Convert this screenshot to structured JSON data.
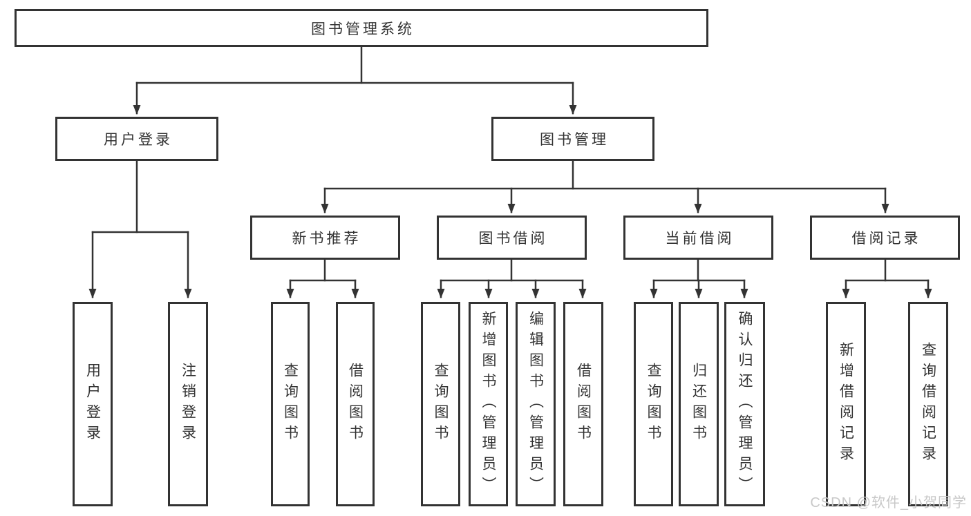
{
  "title": "图书管理系统",
  "level2": {
    "user_login": "用户登录",
    "book_mgmt": "图书管理"
  },
  "level3": {
    "new_rec": "新书推荐",
    "borrow": "图书借阅",
    "current": "当前借阅",
    "records": "借阅记录"
  },
  "leaves": {
    "user_login": [
      "用户登录",
      "注销登录"
    ],
    "new_rec": [
      "查询图书",
      "借阅图书"
    ],
    "borrow": [
      "查询图书",
      "新增图书（管理员）",
      "编辑图书（管理员）",
      "借阅图书"
    ],
    "current": [
      "查询图书",
      "归还图书",
      "确认归还（管理员）"
    ],
    "records": [
      "新增借阅记录",
      "查询借阅记录"
    ]
  },
  "watermark": "CSDN @软件_小贺同学",
  "colors": {
    "line": "#333333",
    "text": "#333333",
    "watermark": "#c8c8c8",
    "background": "#ffffff"
  }
}
